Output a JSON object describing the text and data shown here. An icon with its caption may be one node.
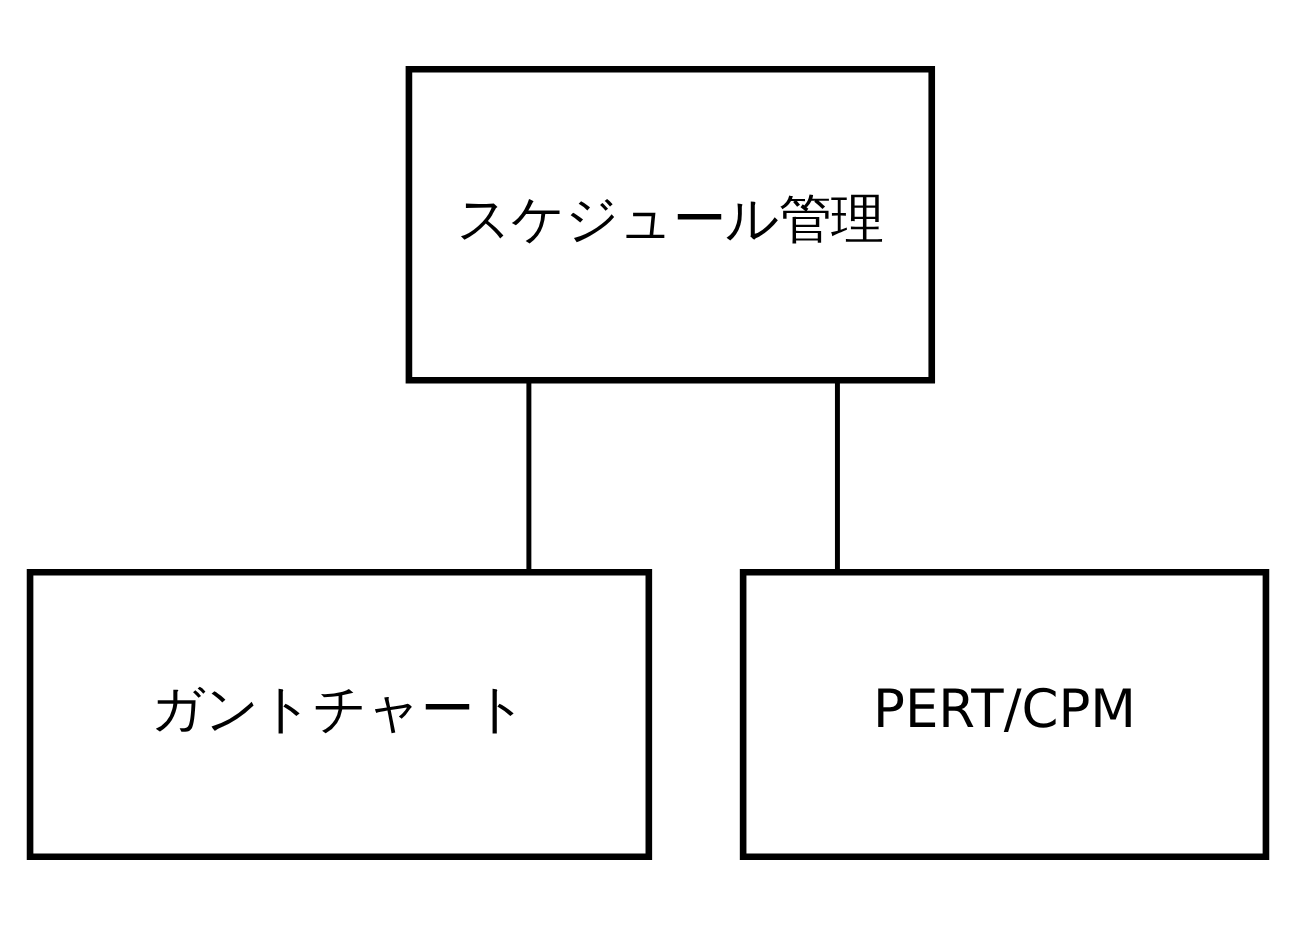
{
  "diagram": {
    "nodes": [
      {
        "text": [
          "スケジュール管理"
        ]
      },
      {
        "text": [
          "ガントチャート"
        ]
      },
      {
        "text": [
          "PERT/CPM"
        ]
      }
    ],
    "edges": [
      {
        "from": 0,
        "to": 1,
        "arrow": "none"
      },
      {
        "from": 0,
        "to": 2,
        "arrow": "none"
      }
    ]
  }
}
